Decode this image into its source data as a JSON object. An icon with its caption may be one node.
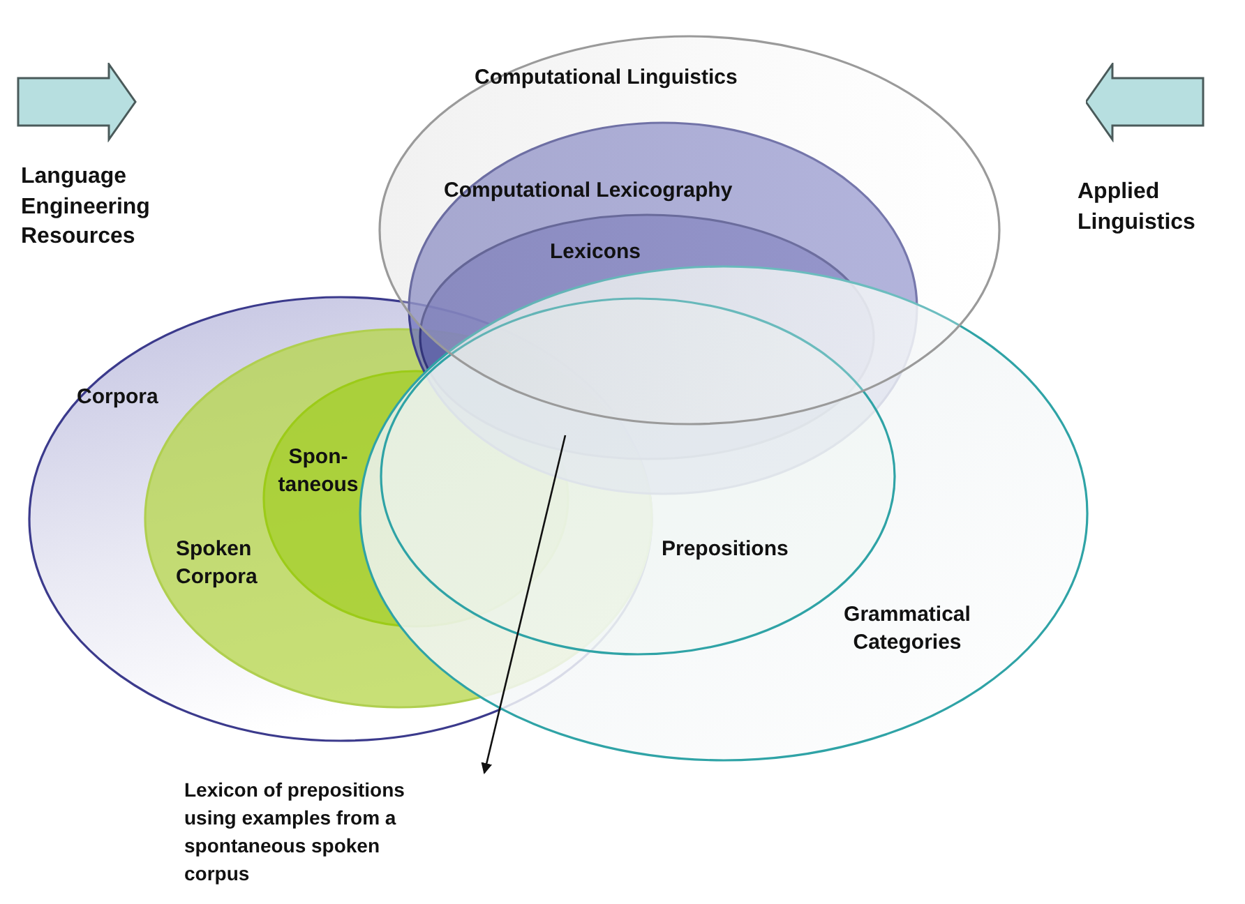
{
  "diagram": {
    "nodes": [
      {
        "text": [
          "Computational Linguistics"
        ]
      },
      {
        "text": [
          "Computational Lexicography"
        ]
      },
      {
        "text": [
          "Lexicons"
        ],
        "in": 1
      },
      {
        "text": [
          "Corpora"
        ]
      },
      {
        "text": [
          "Spoken Corpora"
        ],
        "in": 3
      },
      {
        "text": [
          "Spon-taneous"
        ],
        "in": 4
      },
      {
        "text": [
          "Grammatical Categories"
        ]
      },
      {
        "text": [
          "Prepositions"
        ],
        "in": 6
      },
      {
        "text": [
          "Lexicon of prepositions using examples from a spontaneous spoken corpus"
        ]
      }
    ],
    "edges": [
      {
        "from": 2,
        "to": 8,
        "arrow": "to"
      }
    ],
    "labels": [
      "Language Engineering Resources",
      "Applied Linguistics"
    ]
  }
}
